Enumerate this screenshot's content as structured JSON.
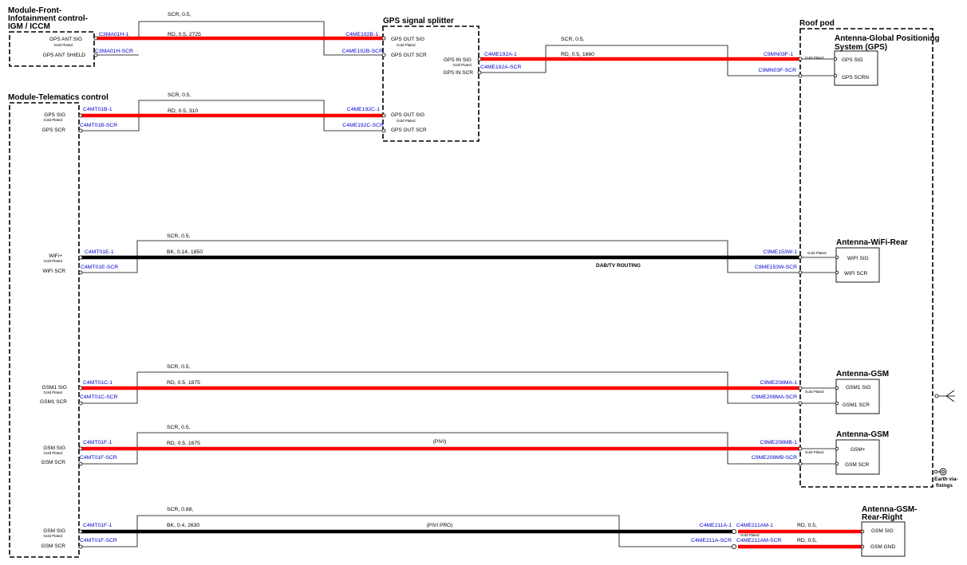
{
  "modules": {
    "front_infotainment": {
      "title_lines": [
        "Module-Front-",
        "Infotainment control-",
        "IGM / ICCM"
      ],
      "pins": [
        "GPS ANT SIG",
        "GPS ANT SHIELD"
      ]
    },
    "telematics": {
      "title": "Module-Telematics control"
    },
    "gps_splitter": {
      "title": "GPS signal splitter",
      "pins": [
        "GPS OUT SIG",
        "GPS OUT SCR",
        "GPS IN SIG",
        "GPS IN SCR",
        "GPS OUT SIG",
        "GPS OUT SCR"
      ]
    },
    "roof_pod": {
      "title": "Roof pod"
    }
  },
  "gold_plated": "Gold Plated",
  "antennas": {
    "gps": {
      "title_lines": [
        "Antenna-Global Positioning",
        "System (GPS)"
      ],
      "pins": [
        "GPS SIG",
        "GPS SCRN"
      ]
    },
    "wifi": {
      "title": "Antenna-WiFi-Rear",
      "pins": [
        "WIFI SIG",
        "WIFI SCR"
      ]
    },
    "gsm1": {
      "title": "Antenna-GSM",
      "pins": [
        "GSM1 SIG",
        "GSM1 SCR"
      ]
    },
    "gsm2": {
      "title": "Antenna-GSM",
      "pins": [
        "GSM+",
        "GSM SCR"
      ]
    },
    "gsm_rear": {
      "title_lines": [
        "Antenna-GSM-",
        "Rear-Right"
      ],
      "pins": [
        "GSM SIG",
        "GSM GND"
      ]
    }
  },
  "telematics_pins": [
    [
      "GPS SIG",
      "GPS SCR"
    ],
    [
      "WiFi+",
      "WiFi SCR"
    ],
    [
      "GSM1 SIG",
      "GSM1 SCR"
    ],
    [
      "GSM SIG",
      "GSM SCR"
    ],
    [
      "GSM SIG",
      "GSM SCR"
    ]
  ],
  "circuits": [
    {
      "id": "infotainment-gps",
      "color": "red",
      "screen": "SCR,  0.5,",
      "wire": "RD,  0.5,  2725",
      "left_sig": "C3MA01H-1",
      "left_scr": "C3MA01H-SCR",
      "right_sig": "C4ME192B-1",
      "right_scr": "C4ME192B-SCR",
      "note": ""
    },
    {
      "id": "telematics-gps",
      "color": "red",
      "screen": "SCR,  0.5,",
      "wire": "RD,  0.5,  310",
      "left_sig": "C4MT01B-1",
      "left_scr": "C4MT01B-SCR",
      "right_sig": "C4ME192C-1",
      "right_scr": "C4ME192C-SCR",
      "note": ""
    },
    {
      "id": "splitter-roof-gps",
      "color": "red",
      "screen": "SCR,  0.5,",
      "wire": "RD,  0.5,  1660",
      "left_sig": "C4ME192A-1",
      "left_scr": "C4ME192A-SCR",
      "right_sig": "C9MN03F-1",
      "right_scr": "C9MN03F-SCR",
      "note": ""
    },
    {
      "id": "wifi",
      "color": "black",
      "screen": "SCR,  0.5,",
      "wire": "BK,  0.14,  1850",
      "left_sig": "C4MT01E-1",
      "left_scr": "C4MT01E-SCR",
      "right_sig": "C9ME153W-1",
      "right_scr": "C9ME153W-SCR",
      "note": "DAB/TV ROUTING"
    },
    {
      "id": "gsm1",
      "color": "red",
      "screen": "SCR,  0.5,",
      "wire": "RD,  0.5,  1875",
      "left_sig": "C4MT01C-1",
      "left_scr": "C4MT01C-SCR",
      "right_sig": "C9ME208MA-1",
      "right_scr": "C9ME208MA-SCR",
      "note": ""
    },
    {
      "id": "gsm2",
      "color": "red",
      "screen": "SCR,  0.5,",
      "wire": "RD,  0.5,  1675",
      "left_sig": "C4MT01F-1",
      "left_scr": "C4MT01F-SCR",
      "right_sig": "C9ME208MB-1",
      "right_scr": "C9ME208MB-SCR",
      "note": "(PIVI)"
    },
    {
      "id": "gsm-rear",
      "color": "black",
      "screen": "SCR,  0.88,",
      "wire": "BK,  0.4,  2630",
      "left_sig": "C4MT01F-1",
      "left_scr": "C4MT01F-SCR",
      "right_sig": "C4ME211A-1",
      "right_scr": "C4ME211A-SCR",
      "note": "(PIVI PRO)"
    }
  ],
  "rear_inline": {
    "sig": "C4ME211AM-1",
    "scr": "C4ME211AM-SCR",
    "wire_sig": "RD,  0.5,",
    "wire_scr": "RD,  0.5,"
  },
  "earth": {
    "lines": [
      "Earth via-",
      "fixings"
    ]
  },
  "colors": {
    "red": "#ff0000",
    "black": "#000000",
    "connector_text": "#0000cc"
  }
}
